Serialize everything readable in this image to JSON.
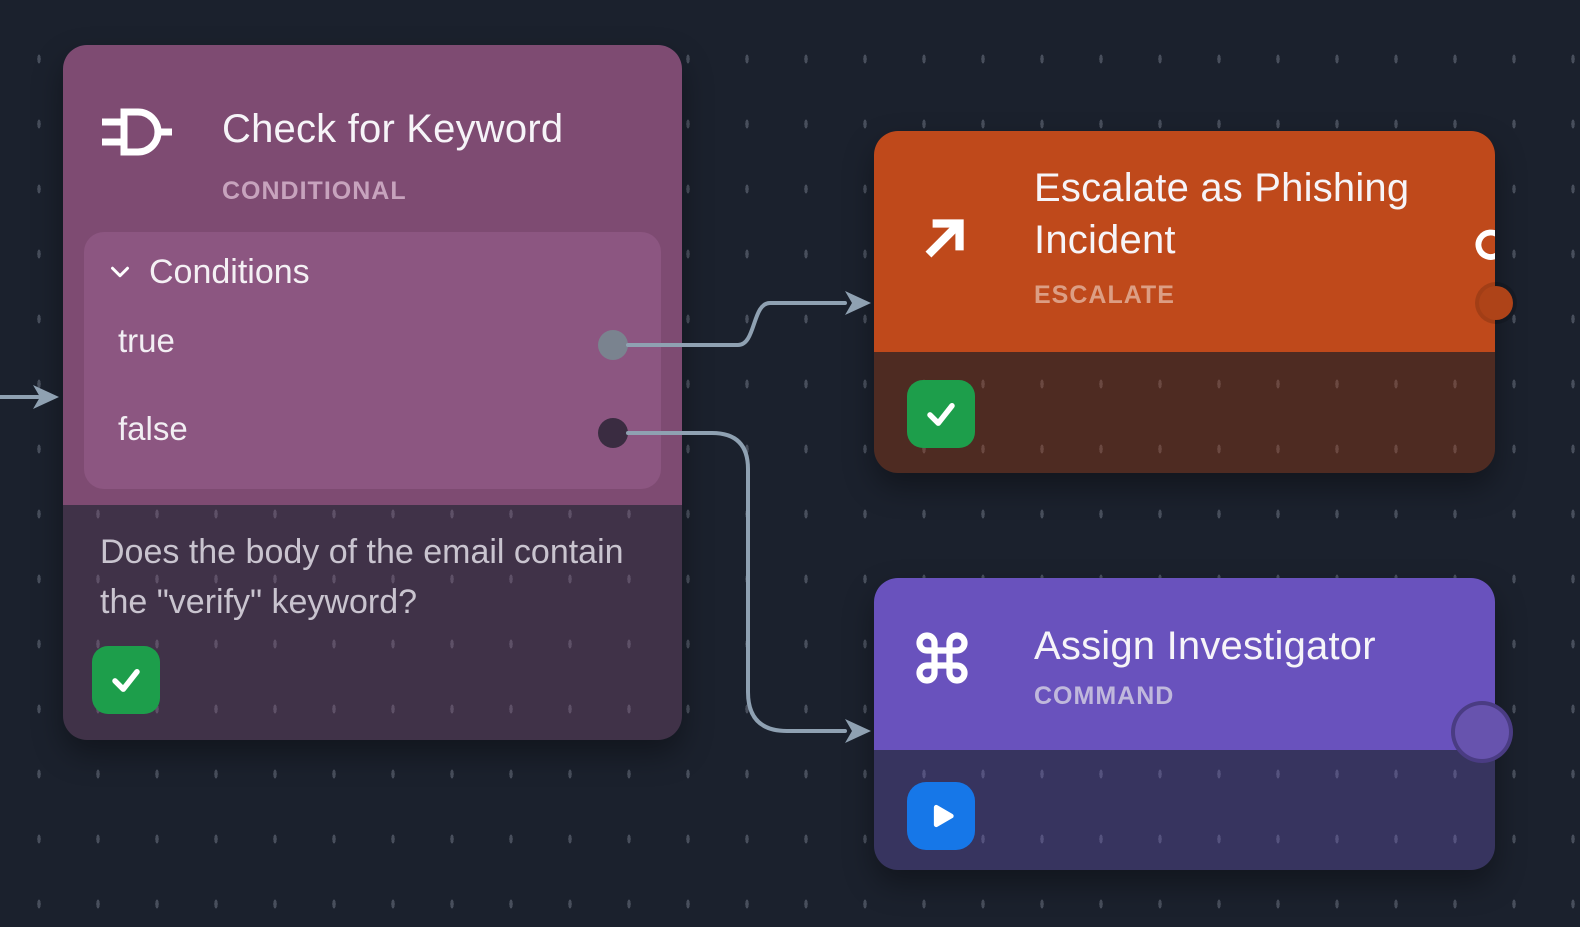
{
  "canvas": {
    "background": "#1B212D",
    "grid_dash_color": "#4A4F58",
    "edge_color": "#8FA1B2"
  },
  "nodes": {
    "conditional": {
      "title": "Check for Keyword",
      "type_label": "CONDITIONAL",
      "icon": "logic-gate-icon",
      "header_color": "#7E4B72",
      "panel_color": "#8C5681",
      "conditions": {
        "header": "Conditions",
        "outputs": [
          {
            "label": "true",
            "port_color": "#7A838F"
          },
          {
            "label": "false",
            "port_color": "#3A2C41"
          }
        ]
      },
      "description": "Does the body of the email contain the \"verify\" keyword?",
      "status": "check"
    },
    "escalate": {
      "title": "Escalate as Phishing Incident",
      "type_label": "ESCALATE",
      "icon": "arrow-up-right-icon",
      "header_color": "#BF491B",
      "port_color": "#AE4318",
      "status": "check"
    },
    "command": {
      "title": "Assign Investigator",
      "type_label": "COMMAND",
      "icon": "command-icon",
      "header_color": "#6952BD",
      "port_color": "#6753AE",
      "status": "play"
    }
  },
  "status_colors": {
    "success_green": "#1D9E4B",
    "run_blue": "#1677E8"
  },
  "edges": [
    {
      "id": "incoming-edge",
      "from": "offscreen-left",
      "to": "conditional"
    },
    {
      "id": "true-edge",
      "from": "conditional.true",
      "to": "escalate"
    },
    {
      "id": "false-edge",
      "from": "conditional.false",
      "to": "command"
    }
  ]
}
